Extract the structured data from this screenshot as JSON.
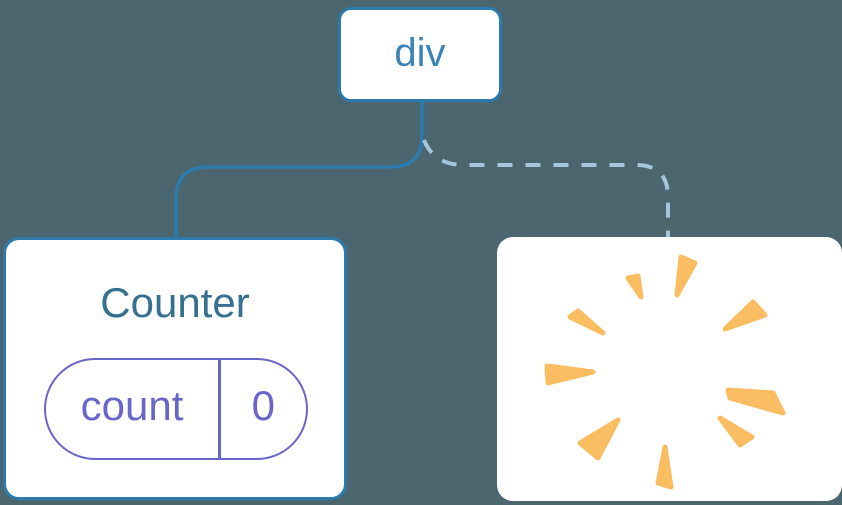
{
  "diagram": {
    "description": "component tree diagram",
    "colors": {
      "background": "#4C6670",
      "node_fill": "#FFFFFF",
      "node_border": "#2D7BAC",
      "div_text": "#3A85B5",
      "counter_title": "#34708F",
      "state_purple": "#6866C9",
      "solid_edge": "#2D7BAC",
      "dashed_edge": "#A5C6DA",
      "poof": "#FABD62"
    },
    "root_node": {
      "label": "div"
    },
    "edges": {
      "solid": {
        "style": "solid",
        "target": "Counter"
      },
      "dashed": {
        "style": "dashed",
        "target": "removed-node"
      }
    },
    "counter_node": {
      "title": "Counter",
      "state": {
        "key": "count",
        "value": "0"
      }
    },
    "removed_node": {
      "icon": "poof-explosion-icon",
      "poof_wedges": [
        "180,58 184,20 198,26",
        "144,60 131,41 141,39",
        "106,96 73,80 81,74",
        "96,135 50,129 51,146",
        "121,183 83,206 101,221",
        "168,210 161,246 174,250",
        "223,181 243,208 255,200",
        "231,153 276,156 286,176 233,161",
        "228,92 256,65 268,78"
      ]
    }
  }
}
